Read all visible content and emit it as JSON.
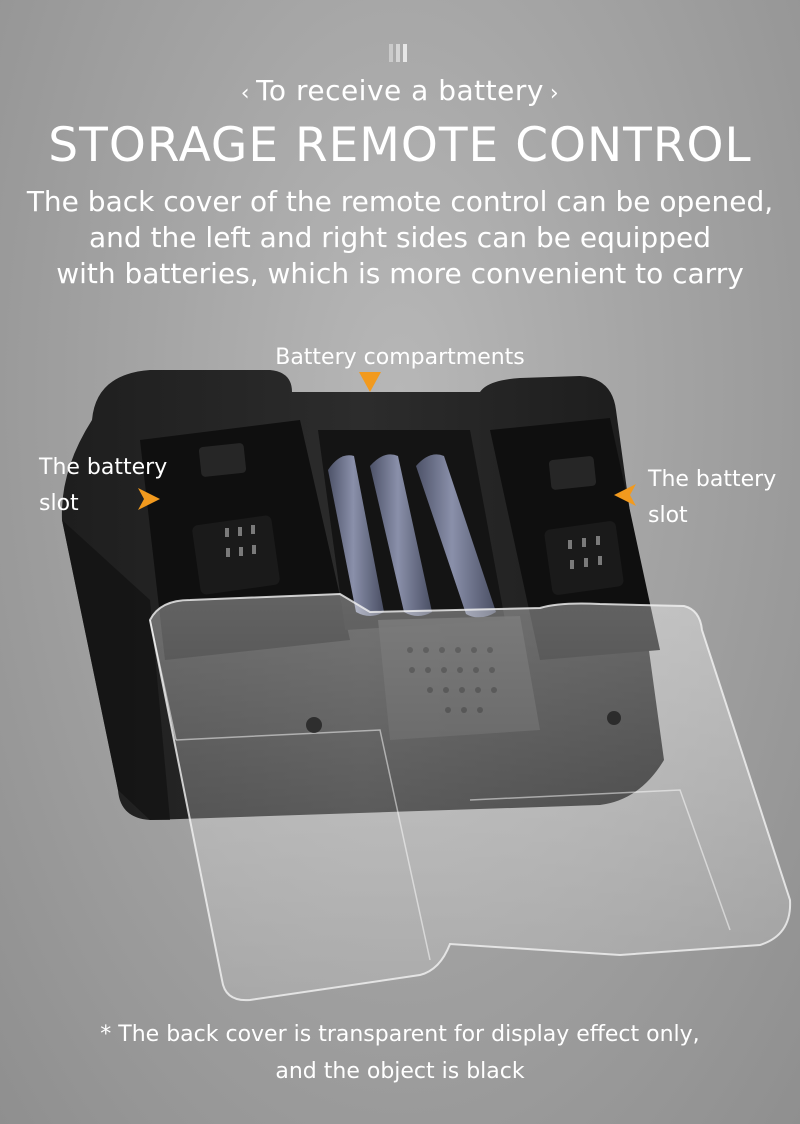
{
  "header": {
    "subtitle": "To receive a battery",
    "subtitle_left_glyph": "‹",
    "subtitle_right_glyph": "›",
    "title": "STORAGE REMOTE CONTROL",
    "description_lines": [
      "The back cover of the remote control can be opened,",
      "and the left and right sides can be equipped",
      "with batteries, which is more convenient to carry"
    ]
  },
  "callouts": {
    "top": "Battery compartments",
    "left": {
      "line1": "The battery",
      "line2": "slot"
    },
    "right": {
      "line1": "The battery",
      "line2": "slot"
    },
    "arrow_color": "#f29a1e"
  },
  "footnote": {
    "line1": "* The back cover is transparent for display effect only,",
    "line2": "and the object is black"
  },
  "colors": {
    "background": "#a6a6a6",
    "text": "#ffffff",
    "battery": "#6f7590"
  }
}
